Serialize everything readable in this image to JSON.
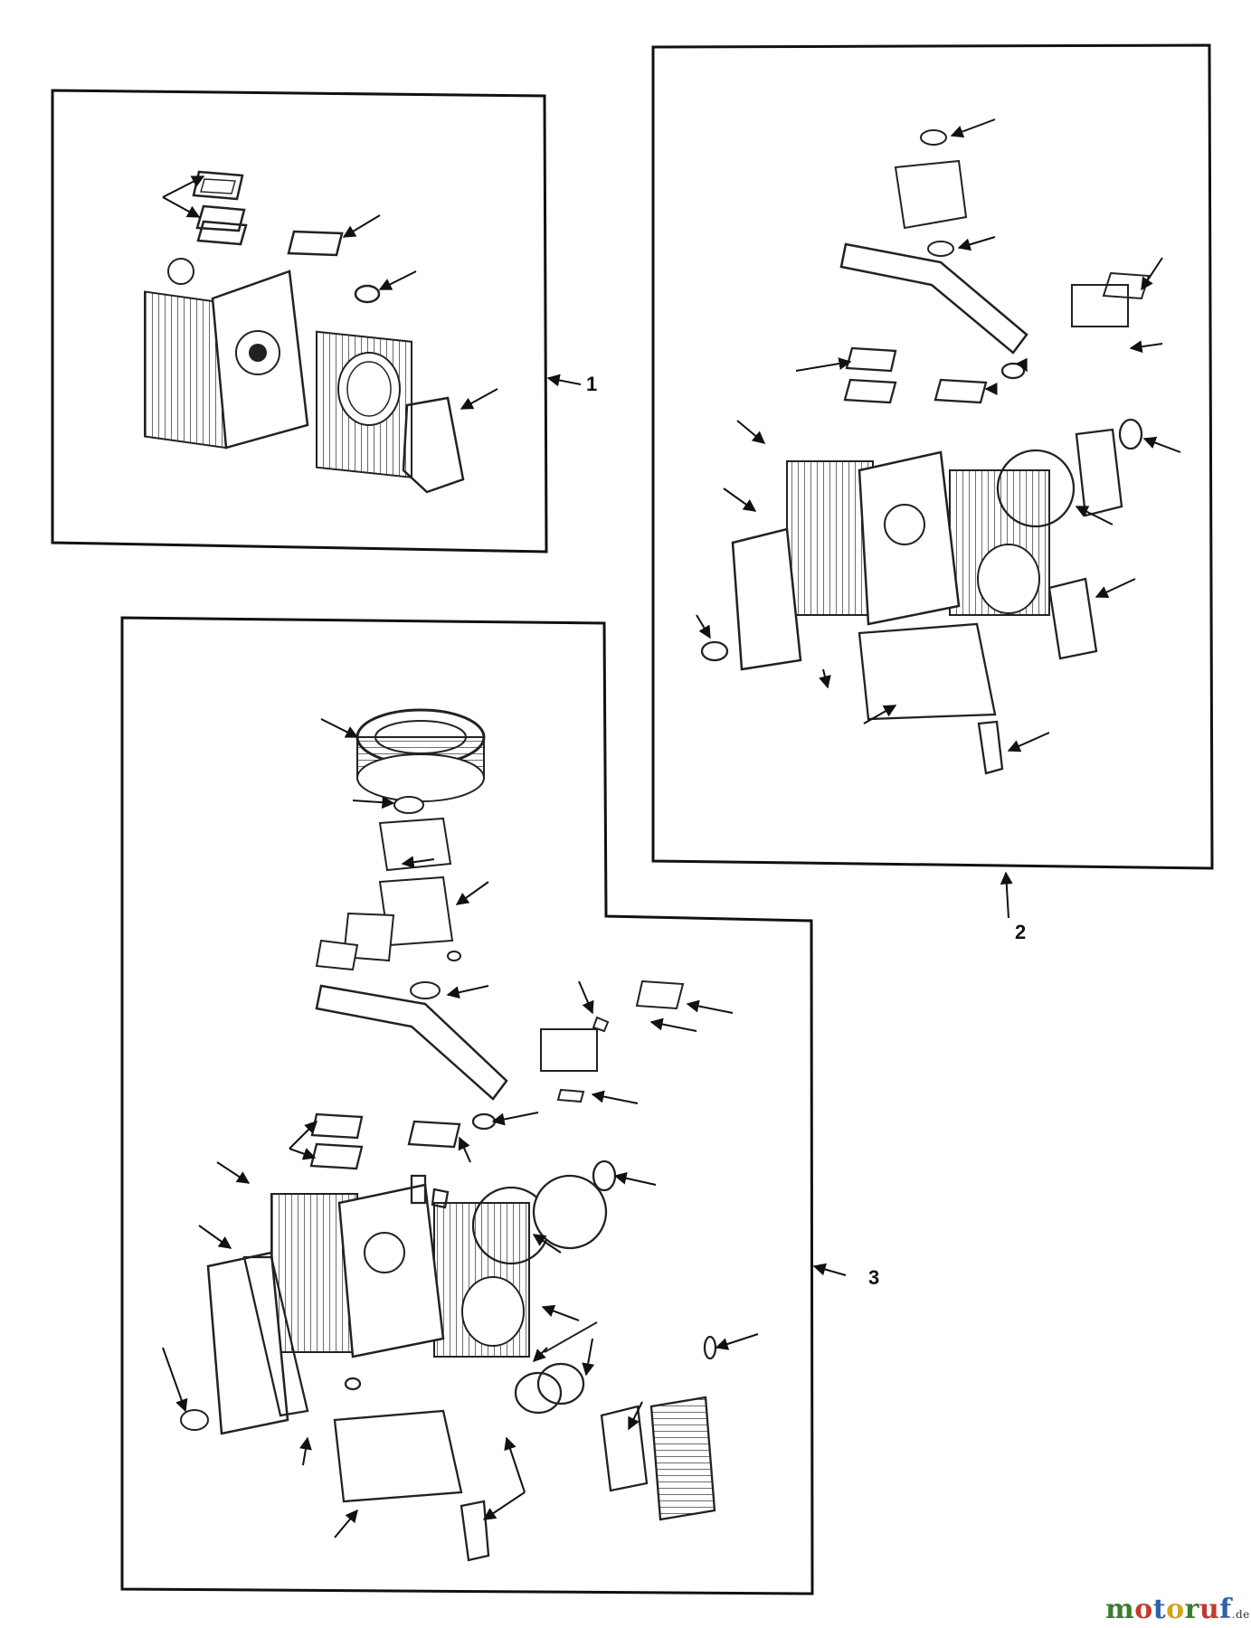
{
  "figure": {
    "callouts": [
      {
        "id": "1",
        "label": "1"
      },
      {
        "id": "2",
        "label": "2"
      },
      {
        "id": "3",
        "label": "3"
      }
    ]
  },
  "watermark": {
    "letters": [
      "m",
      "o",
      "t",
      "o",
      "r",
      "u",
      "f"
    ],
    "letter_colors": [
      "#3b7d2e",
      "#c23a2e",
      "#2f5fa8",
      "#d8a21a",
      "#3b7d2e",
      "#c23a2e",
      "#2f5fa8"
    ],
    "suffix": ".de"
  }
}
